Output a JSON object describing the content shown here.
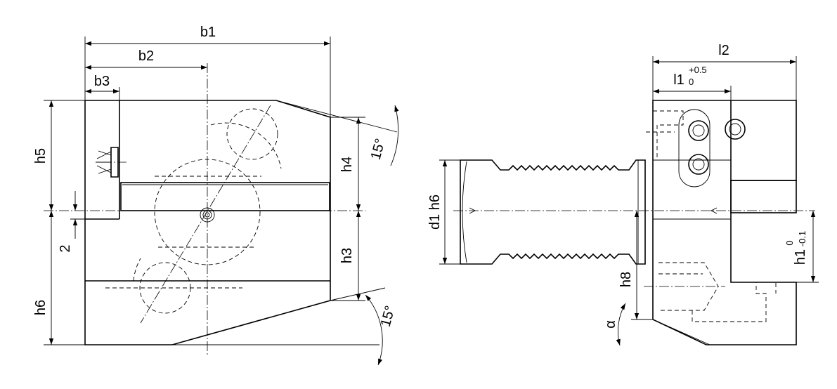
{
  "labels": {
    "b1": "b1",
    "b2": "b2",
    "b3": "b3",
    "h5": "h5",
    "h4": "h4",
    "h3": "h3",
    "h6": "h6",
    "dim2": "2",
    "angle_top": "15°",
    "angle_bottom": "15°",
    "l2": "l2",
    "l1": "l1",
    "l1_tol_upper": "+0.5",
    "l1_tol_lower": "0",
    "d1h6": "d1 h6",
    "h8": "h8",
    "alpha": "α",
    "h1": "h1",
    "h1_tol_upper": "0",
    "h1_tol_lower": "-0.1"
  }
}
